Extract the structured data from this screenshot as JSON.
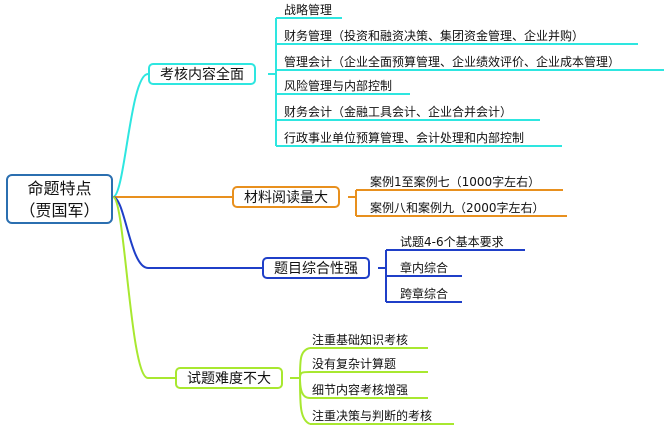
{
  "root": {
    "line1": "命题特点",
    "line2": "（贾国军）"
  },
  "branches": [
    {
      "label": "考核内容全面",
      "color": "#2ee6e0",
      "children": [
        "战略管理",
        "财务管理（投资和融资决策、集团资金管理、企业并购）",
        "管理会计（企业全面预算管理、企业绩效评价、企业成本管理）",
        "风险管理与内部控制",
        "财务会计（金融工具会计、企业合并会计）",
        "行政事业单位预算管理、会计处理和内部控制"
      ]
    },
    {
      "label": "材料阅读量大",
      "color": "#e8901e",
      "children": [
        "案例1至案例七（1000字左右）",
        "案例八和案例九（2000字左右）"
      ]
    },
    {
      "label": "题目综合性强",
      "color": "#1f3fc8",
      "children": [
        "试题4-6个基本要求",
        "章内综合",
        "跨章综合"
      ]
    },
    {
      "label": "试题难度不大",
      "color": "#a8e830",
      "children": [
        "注重基础知识考核",
        "没有复杂计算题",
        "细节内容考核增强",
        "注重决策与判断的考核"
      ]
    }
  ]
}
